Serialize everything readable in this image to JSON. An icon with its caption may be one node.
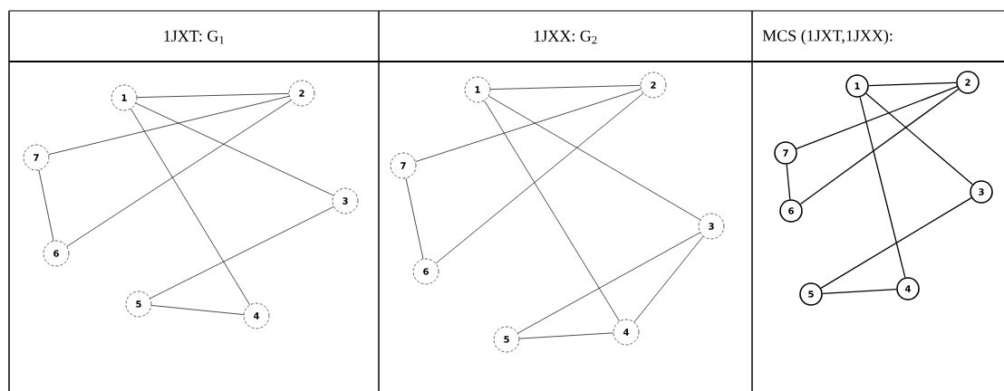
{
  "diagram": {
    "nodes": [
      {
        "text": [
          "1"
        ]
      },
      {
        "text": [
          "2"
        ]
      },
      {
        "text": [
          "3"
        ]
      },
      {
        "text": [
          "4"
        ]
      },
      {
        "text": [
          "5"
        ]
      },
      {
        "text": [
          "6"
        ]
      },
      {
        "text": [
          "7"
        ]
      },
      {
        "text": [
          "1"
        ]
      },
      {
        "text": [
          "2"
        ]
      },
      {
        "text": [
          "3"
        ]
      },
      {
        "text": [
          "4"
        ]
      },
      {
        "text": [
          "5"
        ]
      },
      {
        "text": [
          "6"
        ]
      },
      {
        "text": [
          "7"
        ]
      },
      {
        "text": [
          "1"
        ]
      },
      {
        "text": [
          "2"
        ]
      },
      {
        "text": [
          "3"
        ]
      },
      {
        "text": [
          "4"
        ]
      },
      {
        "text": [
          "5"
        ]
      },
      {
        "text": [
          "6"
        ]
      },
      {
        "text": [
          "7"
        ]
      }
    ],
    "edges": [
      {
        "from": 0,
        "to": 1,
        "arrow": "none"
      },
      {
        "from": 0,
        "to": 2,
        "arrow": "none"
      },
      {
        "from": 0,
        "to": 3,
        "arrow": "none"
      },
      {
        "from": 1,
        "to": 6,
        "arrow": "none"
      },
      {
        "from": 1,
        "to": 5,
        "arrow": "none"
      },
      {
        "from": 6,
        "to": 5,
        "arrow": "none"
      },
      {
        "from": 2,
        "to": 4,
        "arrow": "none"
      },
      {
        "from": 4,
        "to": 3,
        "arrow": "none"
      },
      {
        "from": 7,
        "to": 8,
        "arrow": "none"
      },
      {
        "from": 7,
        "to": 9,
        "arrow": "none"
      },
      {
        "from": 7,
        "to": 10,
        "arrow": "none"
      },
      {
        "from": 8,
        "to": 13,
        "arrow": "none"
      },
      {
        "from": 8,
        "to": 12,
        "arrow": "none"
      },
      {
        "from": 13,
        "to": 12,
        "arrow": "none"
      },
      {
        "from": 9,
        "to": 11,
        "arrow": "none"
      },
      {
        "from": 11,
        "to": 10,
        "arrow": "none"
      },
      {
        "from": 9,
        "to": 10,
        "arrow": "none"
      },
      {
        "from": 14,
        "to": 15,
        "arrow": "none"
      },
      {
        "from": 14,
        "to": 16,
        "arrow": "none"
      },
      {
        "from": 14,
        "to": 17,
        "arrow": "none"
      },
      {
        "from": 15,
        "to": 20,
        "arrow": "none"
      },
      {
        "from": 15,
        "to": 19,
        "arrow": "none"
      },
      {
        "from": 20,
        "to": 19,
        "arrow": "none"
      },
      {
        "from": 16,
        "to": 18,
        "arrow": "none"
      },
      {
        "from": 18,
        "to": 17,
        "arrow": "none"
      }
    ],
    "labels": [
      "1JXT: G$_{1}$",
      "1JXX: G$_{2}$",
      "MCS (1JXT,1JXX):"
    ]
  }
}
